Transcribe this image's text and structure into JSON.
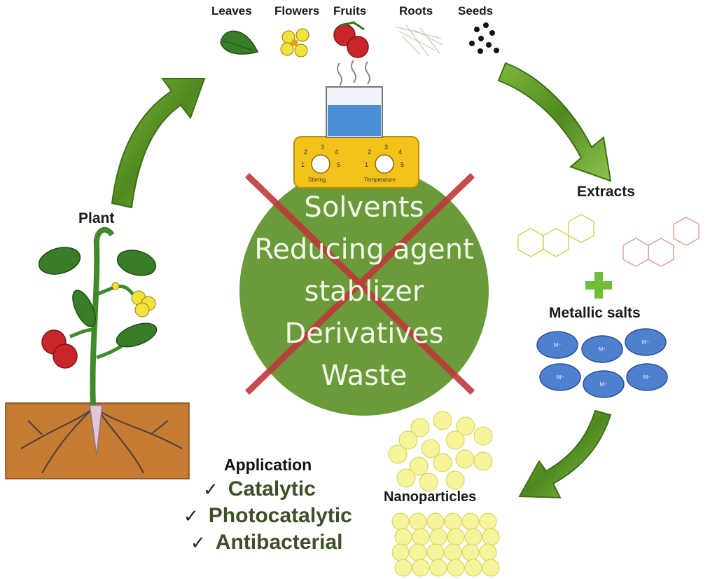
{
  "sources": {
    "leaves": "Leaves",
    "flowers": "Flowers",
    "fruits": "Fruits",
    "roots": "Roots",
    "seeds": "Seeds"
  },
  "plant_label": "Plant",
  "extracts_label": "Extracts",
  "metallic_salts_label": "Metallic salts",
  "ion_label": "M⁺",
  "nanoparticles_label": "Nanoparticles",
  "hotplate": {
    "stirring_label": "Stirring",
    "temperature_label": "Temperature",
    "dial_numbers": [
      "1",
      "2",
      "3",
      "4",
      "5"
    ]
  },
  "excluded_items": [
    "Solvents",
    "Reducing agent",
    "stablizer",
    "Derivatives",
    "Waste"
  ],
  "application": {
    "title": "Application",
    "items": [
      "Catalytic",
      "Photocatalytic",
      "Antibacterial"
    ],
    "check_symbol": "✓"
  },
  "colors": {
    "green_circle": "#6a9a3a",
    "cross_red": "#c0393b",
    "arrow_green": "#5f9526",
    "soil": "#c67b32",
    "ion_blue": "#4f7fcf",
    "nanoparticle_yellow": "#f6f59b",
    "hotplate_yellow": "#f2c21b",
    "beaker_liquid": "#4a90d9"
  }
}
